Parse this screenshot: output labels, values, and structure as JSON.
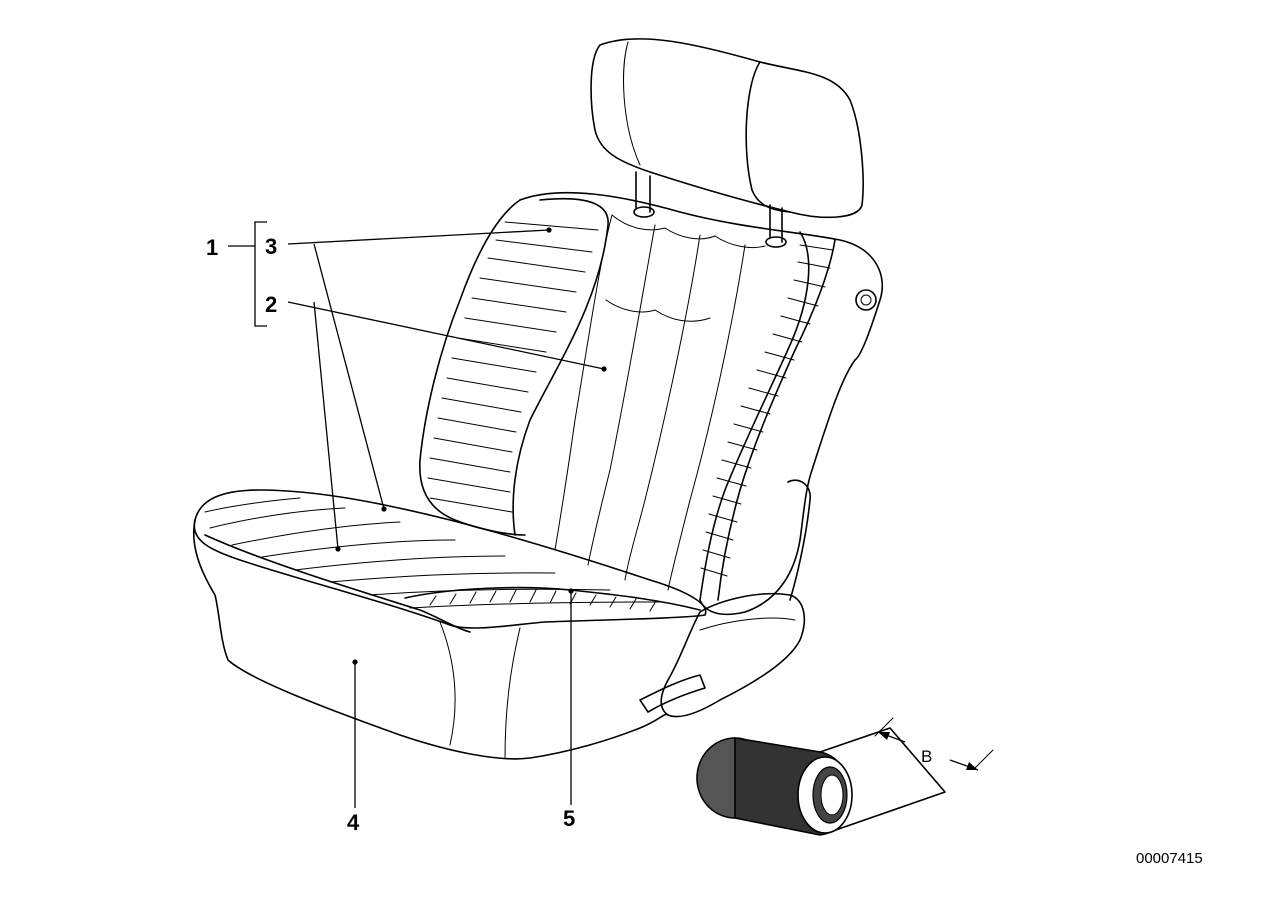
{
  "callouts": {
    "c1": "1",
    "c2": "2",
    "c3": "3",
    "c4": "4",
    "c5": "5"
  },
  "dimension_label": "B",
  "diagram_number": "00007415"
}
